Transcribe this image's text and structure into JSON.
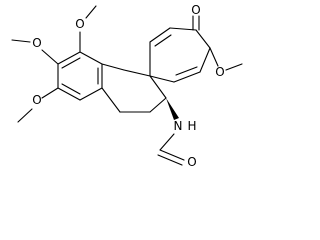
{
  "molecule": {
    "atoms": {
      "ketone_o": "O",
      "methoxy_o1": "O",
      "methoxy_o2": "O",
      "methoxy_o3": "O",
      "methoxy_o4": "O",
      "amide_n": "N",
      "amide_h": "H",
      "formyl_o": "O"
    }
  }
}
